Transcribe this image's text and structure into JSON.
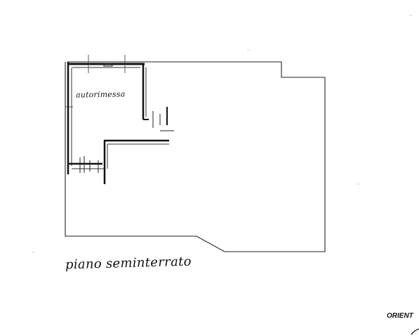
{
  "labels": {
    "room": "autorimessa",
    "floor": "piano seminterrato",
    "orientation": "ORIENT"
  }
}
